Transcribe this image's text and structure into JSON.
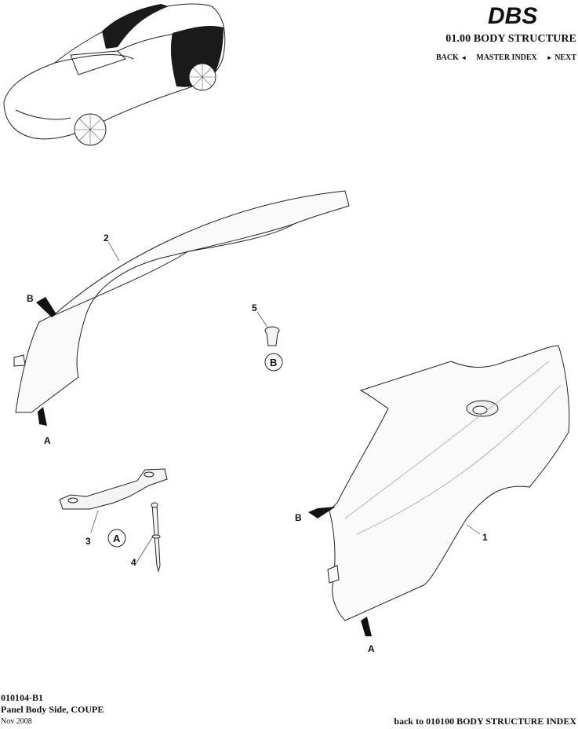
{
  "header": {
    "logo_text": "DBS",
    "section_title": "01.00 BODY STRUCTURE",
    "nav": {
      "back_label": "BACK",
      "back_arrow": "◄",
      "master_index_label": "MASTER INDEX",
      "next_arrow": "►",
      "next_label": "NEXT"
    }
  },
  "diagram": {
    "callouts": [
      {
        "id": "1",
        "label": "1"
      },
      {
        "id": "2",
        "label": "2"
      },
      {
        "id": "3",
        "label": "3"
      },
      {
        "id": "4",
        "label": "4"
      },
      {
        "id": "5",
        "label": "5"
      }
    ],
    "detail_markers": {
      "A": "A",
      "B": "B"
    }
  },
  "footer": {
    "part_code": "010104-B1",
    "part_title": "Panel Body Side, COUPE",
    "date": "Nov 2008",
    "back_link": "back to 010100 BODY STRUCTURE INDEX"
  }
}
